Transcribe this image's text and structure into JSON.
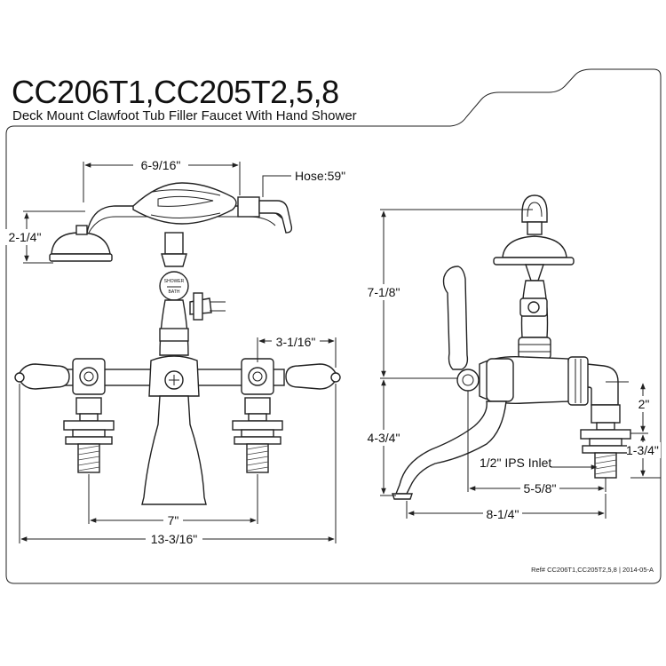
{
  "title": "CC206T1,CC205T2,5,8",
  "subtitle": "Deck Mount Clawfoot Tub Filler Faucet With Hand Shower",
  "footer": "Ref# CC206T1,CC205T2,5,8 | 2014-05-A",
  "valve_label": {
    "line1": "SHOWER",
    "line2": "BATH"
  },
  "front_view": {
    "handset_span": "6-9/16\"",
    "hose": "Hose:59\"",
    "handset_height": "2-1/4\"",
    "handle_center": "3-1/16\"",
    "center_spacing": "7\"",
    "overall_width": "13-3/16\""
  },
  "side_view": {
    "overall_height": "7-1/8\"",
    "spout_height": "4-3/4\"",
    "inlet_height": "2\"",
    "shank_length": "1-3/4\"",
    "inlet": "1/2\" IPS Inlet",
    "spout_reach": "5-5/8\"",
    "overall_depth": "8-1/4\""
  }
}
